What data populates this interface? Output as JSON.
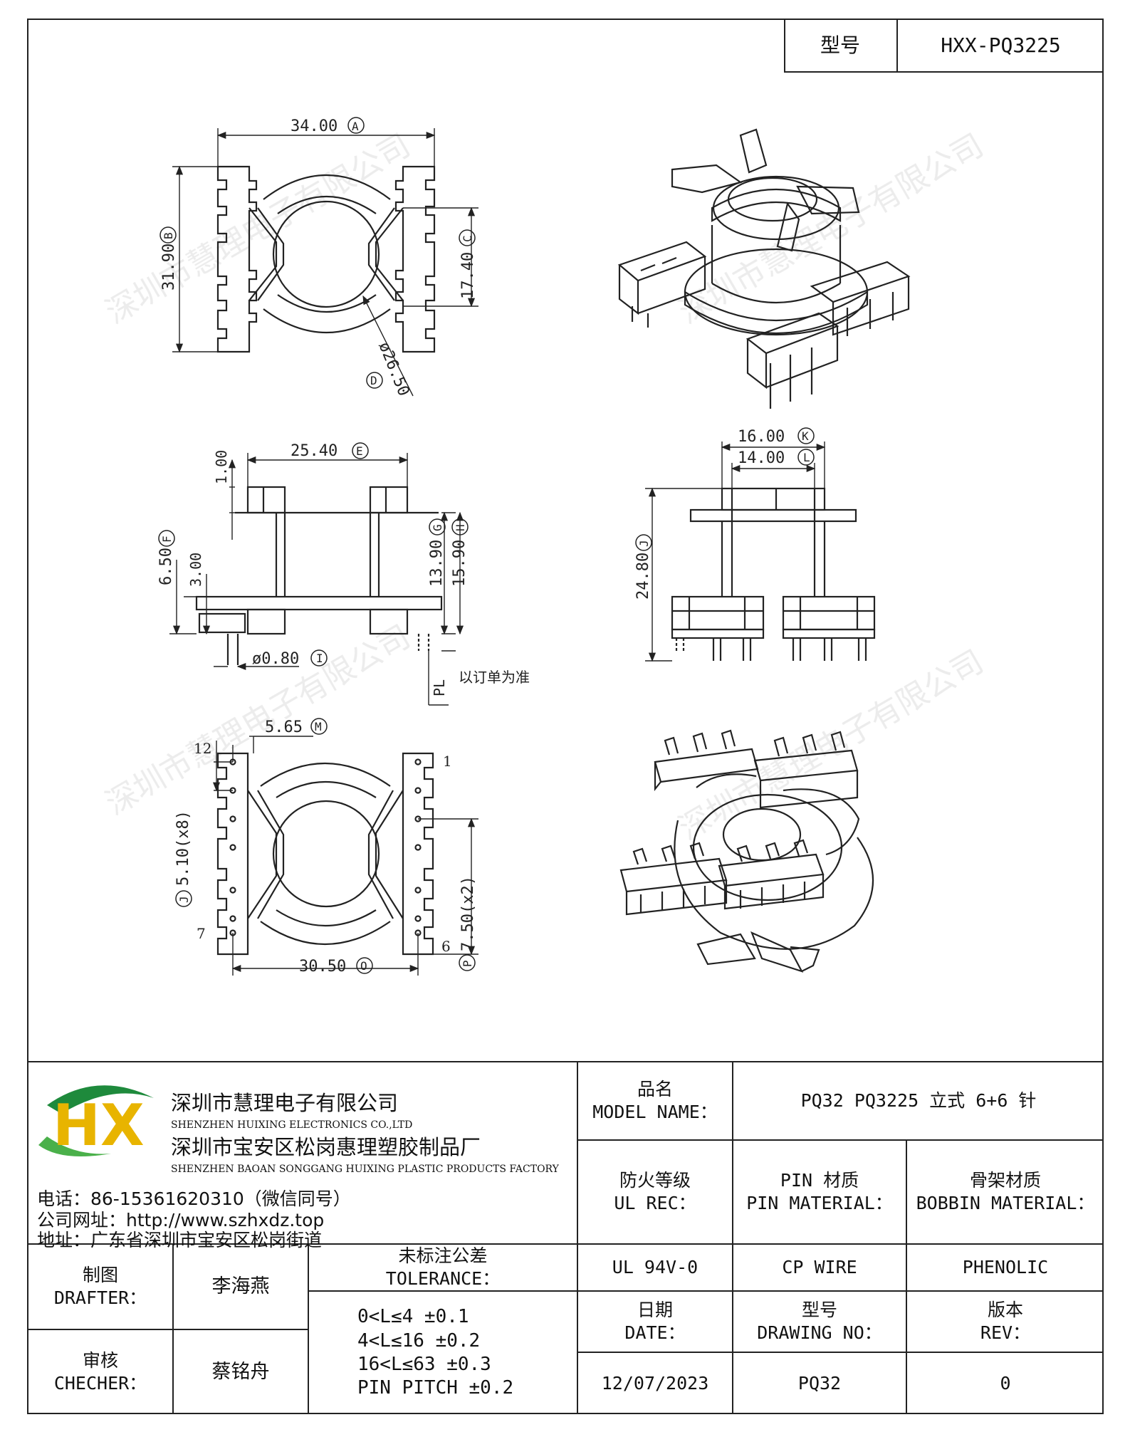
{
  "header": {
    "model_label": "型号",
    "model_value": "HXX-PQ3225"
  },
  "watermark": "深圳市慧理电子有限公司",
  "drawing": {
    "top_view": {
      "dim_a": "34.00",
      "tag_a": "A",
      "dim_b": "31.90",
      "tag_b": "B",
      "dim_c": "17.40",
      "tag_c": "C",
      "dim_d": "ø26.50",
      "tag_d": "D"
    },
    "side_view": {
      "dim_e": "25.40",
      "tag_e": "E",
      "dim_top": "1.00",
      "dim_f": "6.50",
      "tag_f": "F",
      "dim_3": "3.00",
      "dim_g": "13.90",
      "tag_g": "G",
      "dim_h": "15.90",
      "tag_h": "H",
      "dim_i": "ø0.80",
      "tag_i": "I",
      "pl_label": "PL",
      "pl_note": "以订单为准"
    },
    "front_view": {
      "dim_k": "16.00",
      "tag_k": "K",
      "dim_l": "14.00",
      "tag_l": "L",
      "dim_j": "24.80",
      "tag_j": "J"
    },
    "bottom_view": {
      "dim_m": "5.65",
      "tag_m": "M",
      "dim_j": "5.10(x8)",
      "tag_j": "J",
      "dim_p": "7.50(x2)",
      "tag_p": "P",
      "dim_o": "30.50",
      "tag_o": "O",
      "pin_12": "12",
      "pin_1": "1",
      "pin_7": "7",
      "pin_6": "6"
    }
  },
  "company": {
    "name_cn": "深圳市慧理电子有限公司",
    "name_en": "SHENZHEN HUIXING ELECTRONICS CO.,LTD",
    "factory_cn": "深圳市宝安区松岗惠理塑胶制品厂",
    "factory_en": "SHENZHEN BAOAN SONGGANG HUIXING PLASTIC PRODUCTS FACTORY",
    "phone": "电话：86-15361620310（微信同号）",
    "website": "公司网址：http://www.szhxdz.top",
    "address": "地址：广东省深圳市宝安区松岗街道",
    "logo_text": "HX",
    "colors": {
      "green": "#1e8a3c",
      "yellow": "#e8b400",
      "light_green": "#4ab04a"
    }
  },
  "title_block": {
    "model_name_cn": "品名",
    "model_name_en": "MODEL NAME：",
    "model_name_value": "PQ32 PQ3225 立式 6+6 针",
    "ul_cn": "防火等级",
    "ul_en": "UL REC：",
    "pin_cn": "PIN 材质",
    "pin_en": "PIN MATERIAL：",
    "bobbin_cn": "骨架材质",
    "bobbin_en": "BOBBIN MATERIAL：",
    "ul_value": "UL 94V-0",
    "pin_value": "CP WIRE",
    "bobbin_value": "PHENOLIC",
    "drafter_cn": "制图",
    "drafter_en": "DRAFTER：",
    "drafter_name": "李海燕",
    "checker_cn": "审核",
    "checker_en": "CHECHER：",
    "checker_name": "蔡铭舟",
    "tolerance_cn": "未标注公差",
    "tolerance_en": "TOLERANCE：",
    "tolerances": [
      "0<L≤4  ±0.1",
      "4<L≤16 ±0.2",
      "16<L≤63 ±0.3",
      "PIN PITCH ±0.2"
    ],
    "date_cn": "日期",
    "date_en": "DATE：",
    "date_value": "12/07/2023",
    "drawing_no_cn": "型号",
    "drawing_no_en": "DRAWING NO：",
    "drawing_no_value": "PQ32",
    "rev_cn": "版本",
    "rev_en": "REV：",
    "rev_value": "0"
  }
}
